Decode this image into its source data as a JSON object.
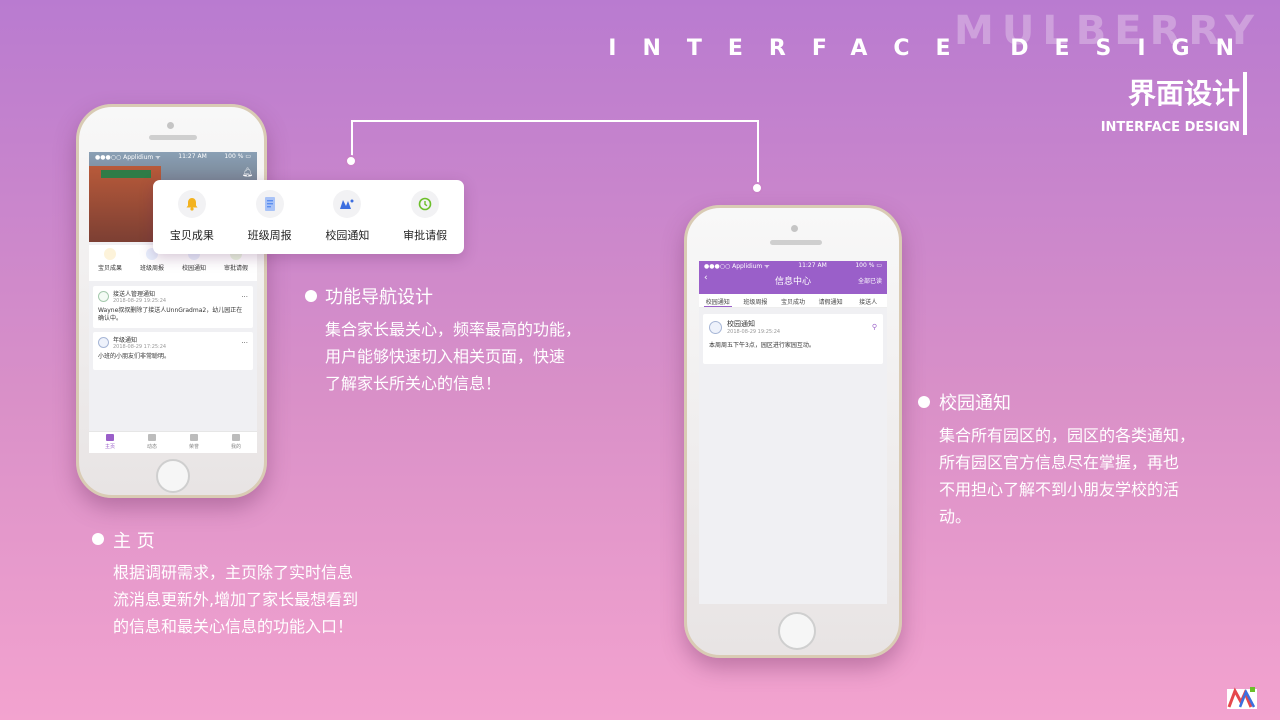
{
  "header": {
    "watermark": "MULBERRY",
    "tagline": "INTERFACE DESIGN",
    "title_cn": "界面设计",
    "title_en": "INTERFACE DESIGN"
  },
  "phone1": {
    "status": {
      "carrier": "●●●○○ Applidium ᯤ",
      "time": "11:27 AM",
      "battery": "100 % ▭"
    },
    "nav": [
      "宝贝成果",
      "班级周报",
      "校园通知",
      "审批请假"
    ],
    "cards": [
      {
        "name": "接送人管理通知",
        "time": "2018-08-29 19:25:24",
        "body": "Wayne叔叔删除了接送人UnnGradma2，幼儿园正在确认中。"
      },
      {
        "name": "年级通知",
        "time": "2018-08-29 17:25:24",
        "body": "小班的小朋友们非常聪明。"
      }
    ],
    "tabbar": [
      "主页",
      "动态",
      "荣誉",
      "我的"
    ]
  },
  "popup": {
    "items": [
      "宝贝成果",
      "班级周报",
      "校园通知",
      "审批请假"
    ]
  },
  "phone2": {
    "status": {
      "carrier": "●●●○○ Applidium ᯤ",
      "time": "11:27 AM",
      "battery": "100 % ▭"
    },
    "title": "信息中心",
    "back": "‹",
    "all_read": "全部已读",
    "tabs": [
      "校园通知",
      "班级周报",
      "宝贝成功",
      "请假通知",
      "接送人"
    ],
    "card": {
      "name": "校园通知",
      "time": "2018-08-29 19:25:24",
      "body": "本周周五下午3点，园区进行家园互动。"
    }
  },
  "sections": {
    "nav_design": {
      "title": "功能导航设计",
      "body": [
        "集合家长最关心，频率最高的功能，",
        "用户能够快速切入相关页面，快速",
        "了解家长所关心的信息！"
      ]
    },
    "campus_notice": {
      "title": "校园通知",
      "body": [
        "集合所有园区的，园区的各类通知，",
        "所有园区官方信息尽在掌握，再也",
        "不用担心了解不到小朋友学校的活",
        "动。"
      ]
    },
    "home": {
      "title": "主 页",
      "body": [
        "根据调研需求，主页除了实时信息",
        "流消息更新外,增加了家长最想看到",
        "的信息和最关心信息的功能入口！"
      ]
    }
  },
  "colors": {
    "accent": "#9a5fc9",
    "bell": "#f3b21e",
    "doc": "#5b8ef0",
    "school": "#3d6fe0",
    "approve": "#6cbf2a"
  }
}
